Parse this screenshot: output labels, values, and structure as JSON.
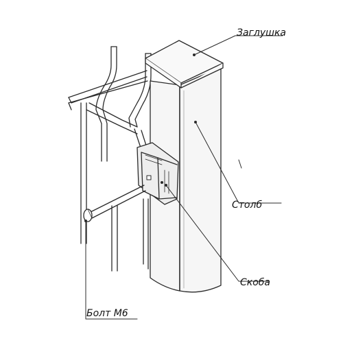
{
  "labels": {
    "cap": "Заглушка",
    "post": "Столб",
    "clamp": "Скоба",
    "bolt": "Болт М6"
  },
  "colors": {
    "line": "#2a2a2a",
    "post_fill": "#f6f6f6",
    "cap_fill": "#f9f9f9",
    "clamp_fill": "#eeeeee",
    "background": "#ffffff"
  }
}
